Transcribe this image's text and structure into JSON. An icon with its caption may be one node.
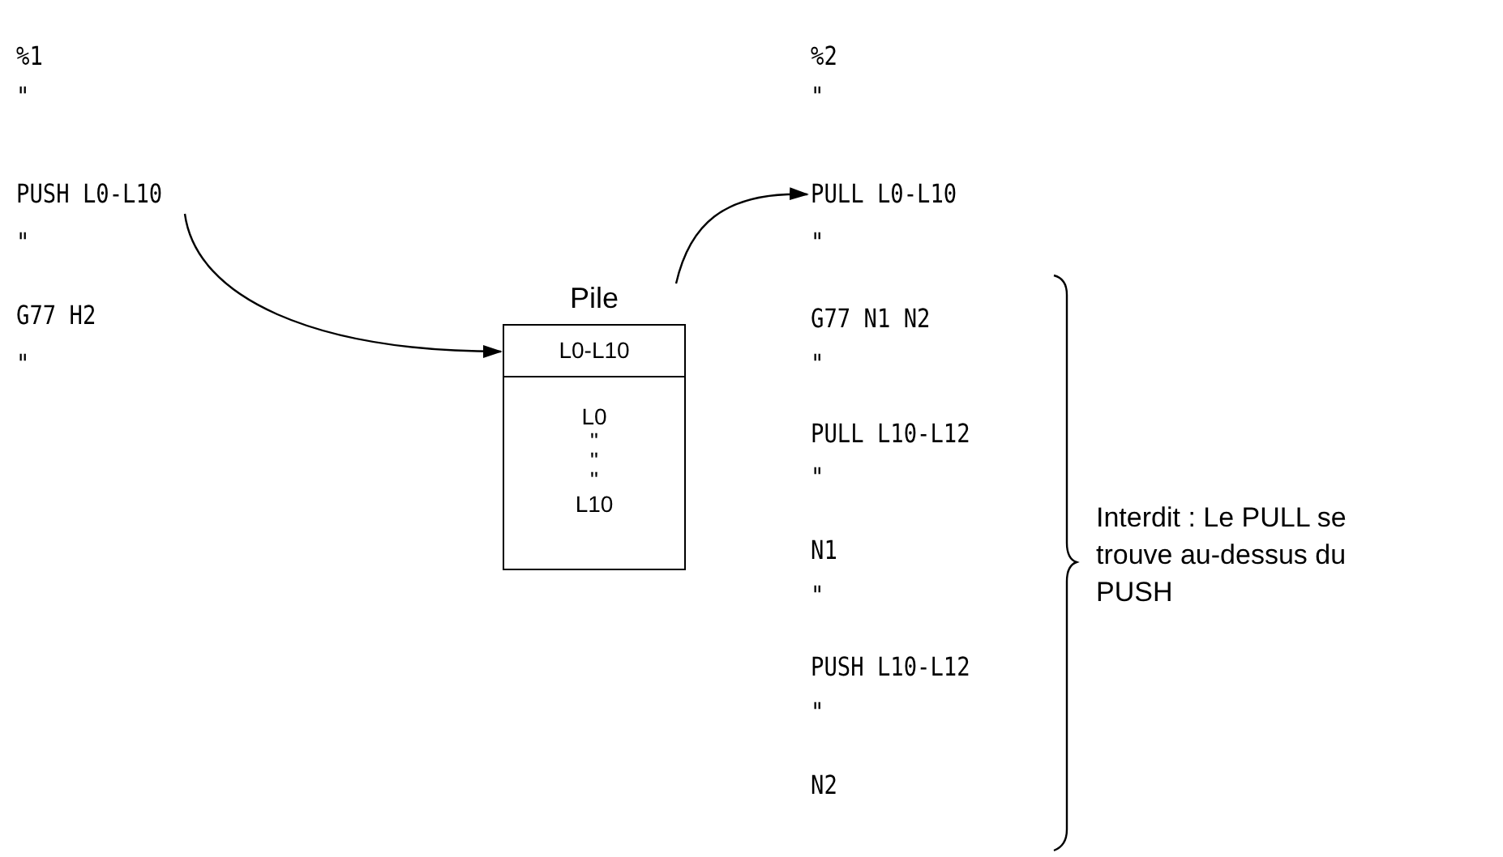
{
  "diagram": {
    "nodes": [
      {
        "text": [
          "PUSH L0-L10"
        ]
      },
      {
        "text": [
          "Pile"
        ]
      },
      {
        "text": [
          "L0-L10"
        ],
        "in": 1
      },
      {
        "text": [
          "L0",
          "\"",
          "\"",
          "\"",
          "L10"
        ],
        "in": 1
      },
      {
        "text": [
          "PULL L0-L10"
        ]
      }
    ],
    "edges": [
      {
        "from": 0,
        "to": 2,
        "arrow": "to"
      },
      {
        "from": 1,
        "to": 4,
        "arrow": "to"
      }
    ],
    "labels": [
      "%1",
      "\"",
      "\"",
      "G77 H2",
      "\"",
      "%2",
      "\"",
      "\"",
      "G77 N1 N2",
      "\"",
      "PULL L10-L12",
      "\"",
      "N1",
      "\"",
      "PUSH L10-L12",
      "\"",
      "N2",
      "Interdit : Le PULL se trouve au-dessus du PUSH"
    ]
  }
}
